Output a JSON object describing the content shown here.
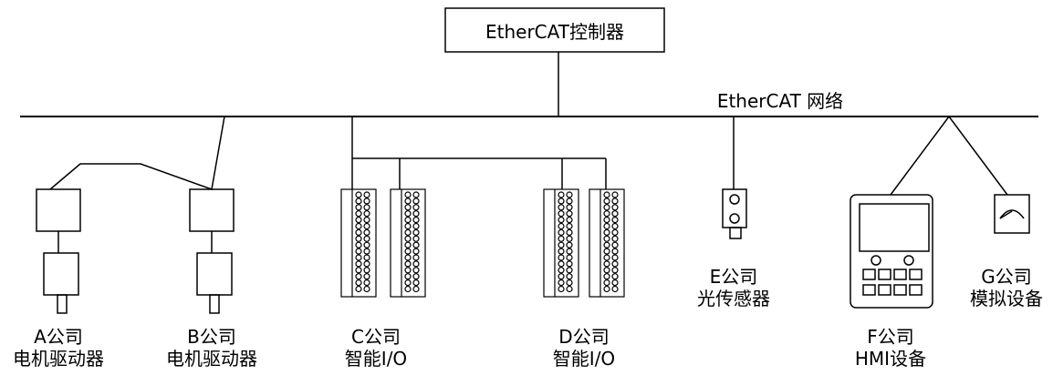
{
  "controller": {
    "label": "EtherCAT控制器"
  },
  "network": {
    "label": "EtherCAT 网络"
  },
  "devices": [
    {
      "company": "A公司",
      "type": "电机驱动器"
    },
    {
      "company": "B公司",
      "type": "电机驱动器"
    },
    {
      "company": "C公司",
      "type": "智能I/O"
    },
    {
      "company": "D公司",
      "type": "智能I/O"
    },
    {
      "company": "E公司",
      "type": "光传感器"
    },
    {
      "company": "F公司",
      "type": "HMI设备"
    },
    {
      "company": "G公司",
      "type": "模拟设备"
    }
  ]
}
